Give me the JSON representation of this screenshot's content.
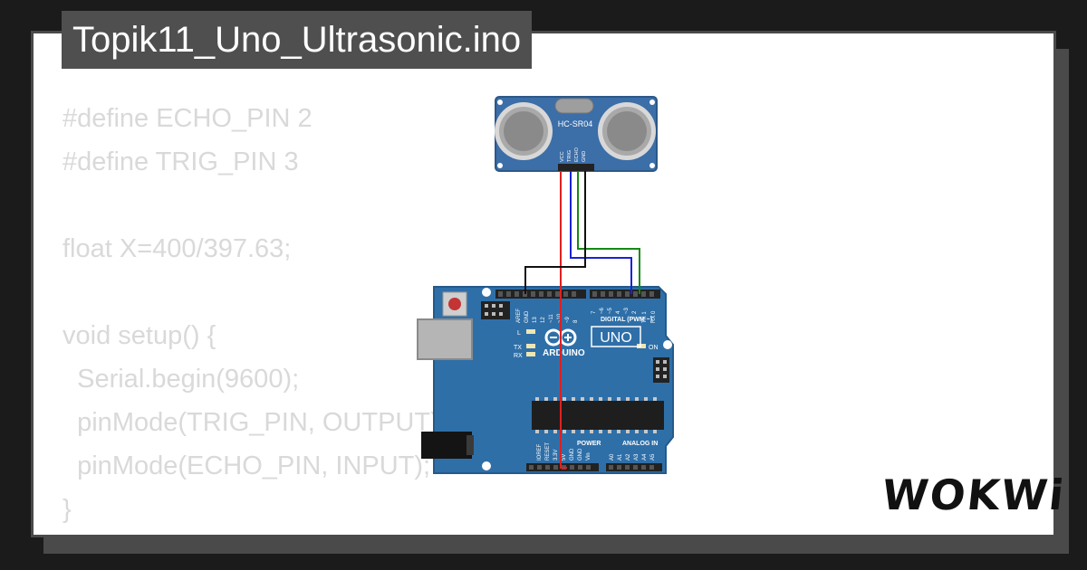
{
  "title": "Topik11_Uno_Ultrasonic.ino",
  "code_lines": [
    "#define ECHO_PIN 2",
    "#define TRIG_PIN 3",
    "",
    "float X=400/397.63;",
    "",
    "void setup() {",
    "  Serial.begin(9600);",
    "  pinMode(TRIG_PIN, OUTPUT);",
    "  pinMode(ECHO_PIN, INPUT);",
    "}"
  ],
  "sensor": {
    "model": "HC-SR04",
    "pins": [
      "VCC",
      "TRIG",
      "ECHO",
      "GND"
    ]
  },
  "board": {
    "name": "UNO",
    "brand": "ARDUINO",
    "digital_label": "DIGITAL (PWM ~)",
    "power_label": "POWER",
    "analog_label": "ANALOG IN",
    "on_label": "ON",
    "l_label": "L",
    "tx_label": "TX",
    "rx_label": "RX",
    "top_pins": [
      "AREF",
      "GND",
      "13",
      "12",
      "~11",
      "~10",
      "~9",
      "8",
      "7",
      "~6",
      "~5",
      "4",
      "~3",
      "2",
      "TX 1",
      "RX 0"
    ],
    "bottom_pins": [
      "IOREF",
      "RESET",
      "3.3V",
      "5V",
      "GND",
      "GND",
      "Vin",
      "A0",
      "A1",
      "A2",
      "A3",
      "A4",
      "A5"
    ]
  },
  "logo": "WOKWi",
  "colors": {
    "background": "#1b1b1b",
    "card": "#ffffff",
    "title_bg": "#4f4f4f",
    "code_text": "#d9d9d9",
    "board": "#2f6fa8",
    "sensor": "#3c6ea8",
    "wire_vcc": "#e02020",
    "wire_trig": "#1a22d6",
    "wire_echo": "#148a14",
    "wire_gnd": "#111111"
  }
}
